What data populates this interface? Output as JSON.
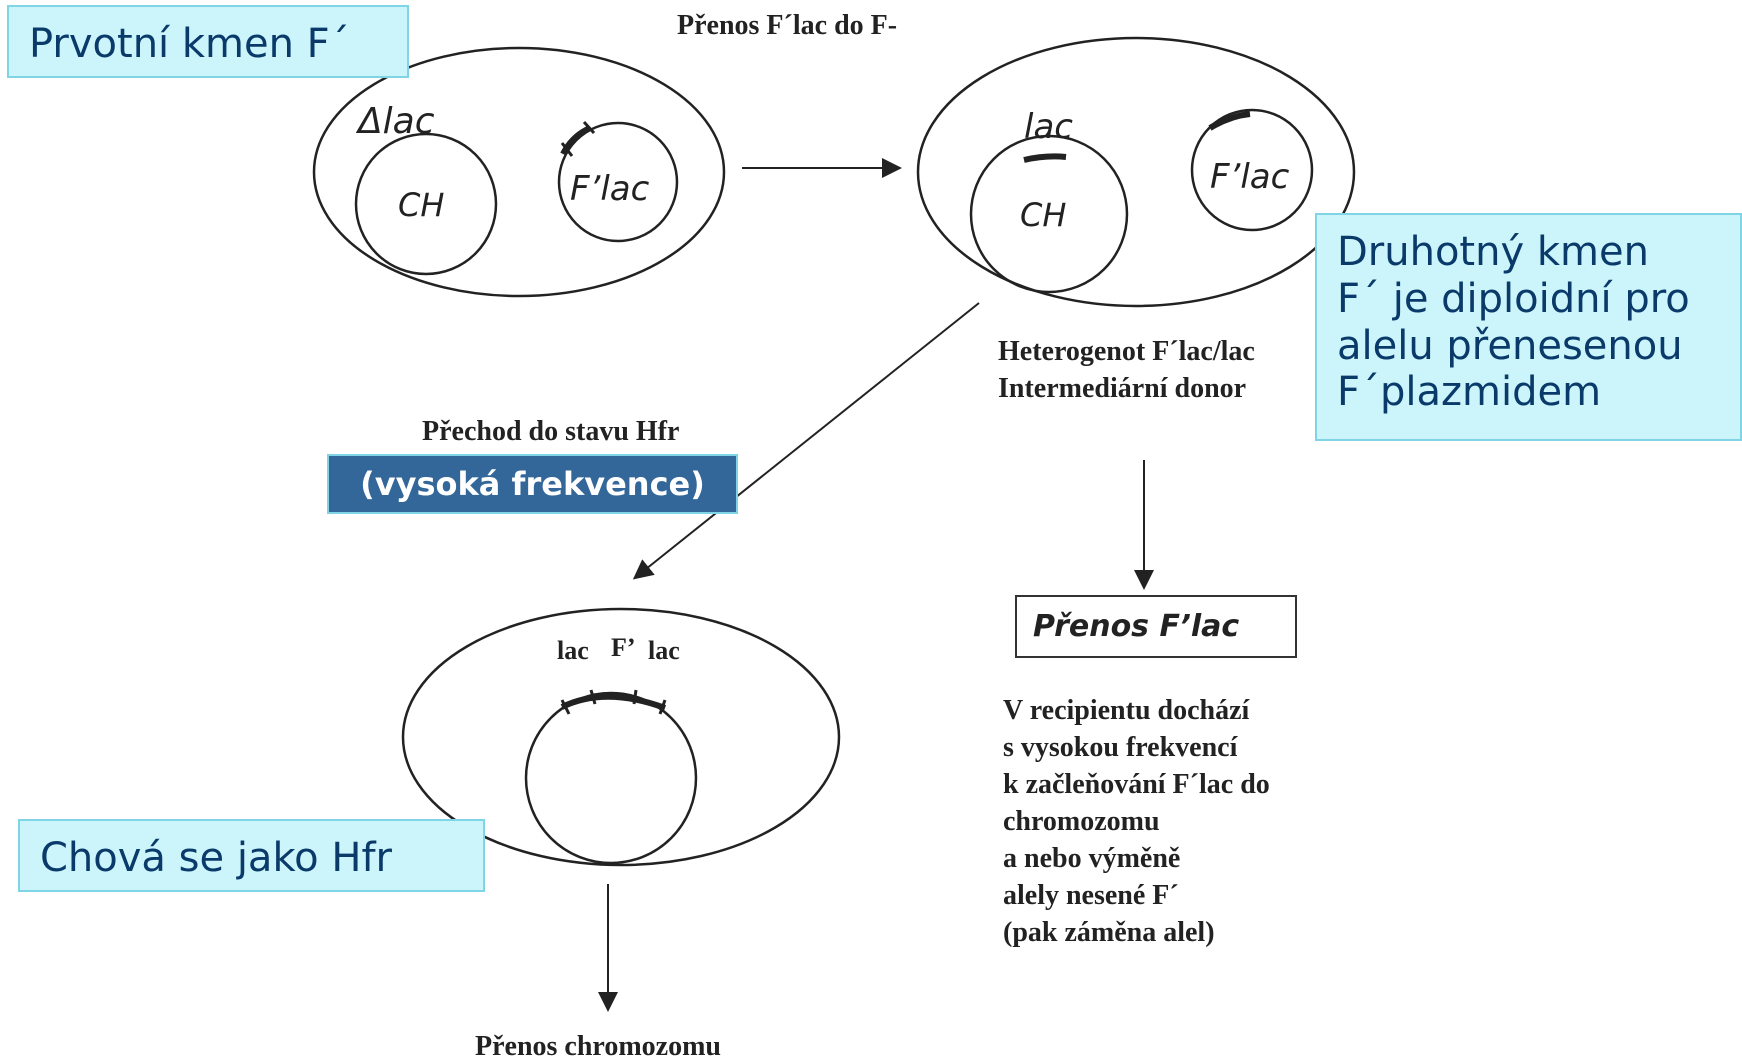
{
  "title": "Přenos F´lac do F-",
  "callouts": {
    "primary": "Prvotní kmen F´",
    "secondary_lines": [
      "Druhotný kmen",
      "F´ je diploidní pro",
      "alelu přenesenou",
      "F´plazmidem"
    ],
    "hfr_behavior": "Chová se jako Hfr"
  },
  "cell1": {
    "deletion_label": "Δlac",
    "chromosome_label": "CH",
    "plasmid_label": "F’lac"
  },
  "cell2": {
    "gene_label": "lac",
    "chromosome_label": "CH",
    "plasmid_label": "F’lac"
  },
  "cell3": {
    "labels": [
      "lac",
      "F’",
      "lac"
    ]
  },
  "heterogenote": {
    "line1": "Heterogenot F´lac/lac",
    "line2": "Intermediární donor"
  },
  "hfr_transition": {
    "label": "Přechod do stavu Hfr",
    "frequency": "(vysoká frekvence)"
  },
  "transfer_box": "Přenos F’lac",
  "recipient_text": [
    "V recipientu dochází",
    "s vysokou frekvencí",
    "k začleňování F´lac do",
    "chromozomu",
    "a nebo výměně",
    "alely nesené F´",
    "(pak záměna alel)"
  ],
  "chromosome_transfer": "Přenos chromozomu"
}
